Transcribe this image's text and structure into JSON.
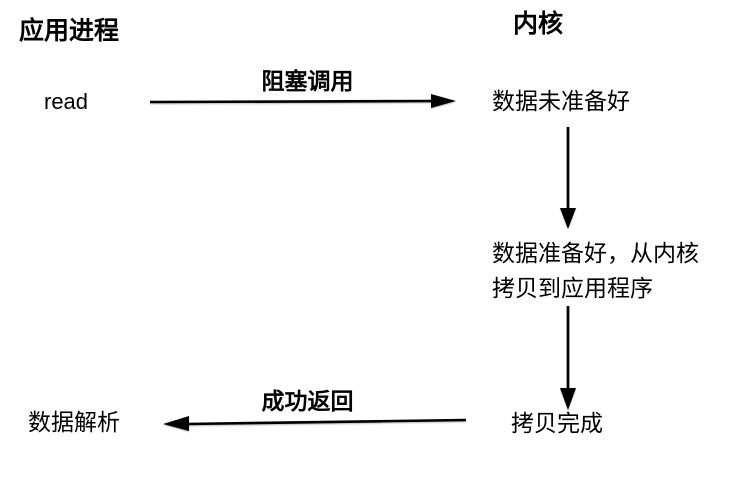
{
  "diagram": {
    "type": "flow-diagram",
    "topic": "blocking io read flow",
    "headers": {
      "application_process": "应用进程",
      "kernel": "内核"
    },
    "nodes": {
      "read": "read",
      "data_not_ready": "数据未准备好",
      "data_ready_copy": "数据准备好，从内核\n拷贝到应用程序",
      "copy_complete": "拷贝完成",
      "data_parsing": "数据解析"
    },
    "arrows": {
      "blocking_call": {
        "label": "阻塞调用",
        "direction": "right",
        "from": "read",
        "to": "data_not_ready"
      },
      "kernel_step_1": {
        "label": "",
        "direction": "down",
        "from": "data_not_ready",
        "to": "data_ready_copy"
      },
      "kernel_step_2": {
        "label": "",
        "direction": "down",
        "from": "data_ready_copy",
        "to": "copy_complete"
      },
      "success_return": {
        "label": "成功返回",
        "direction": "left",
        "from": "copy_complete",
        "to": "data_parsing"
      }
    },
    "colors": {
      "background": "#ffffff",
      "text": "#000000",
      "arrow": "#000000"
    }
  }
}
